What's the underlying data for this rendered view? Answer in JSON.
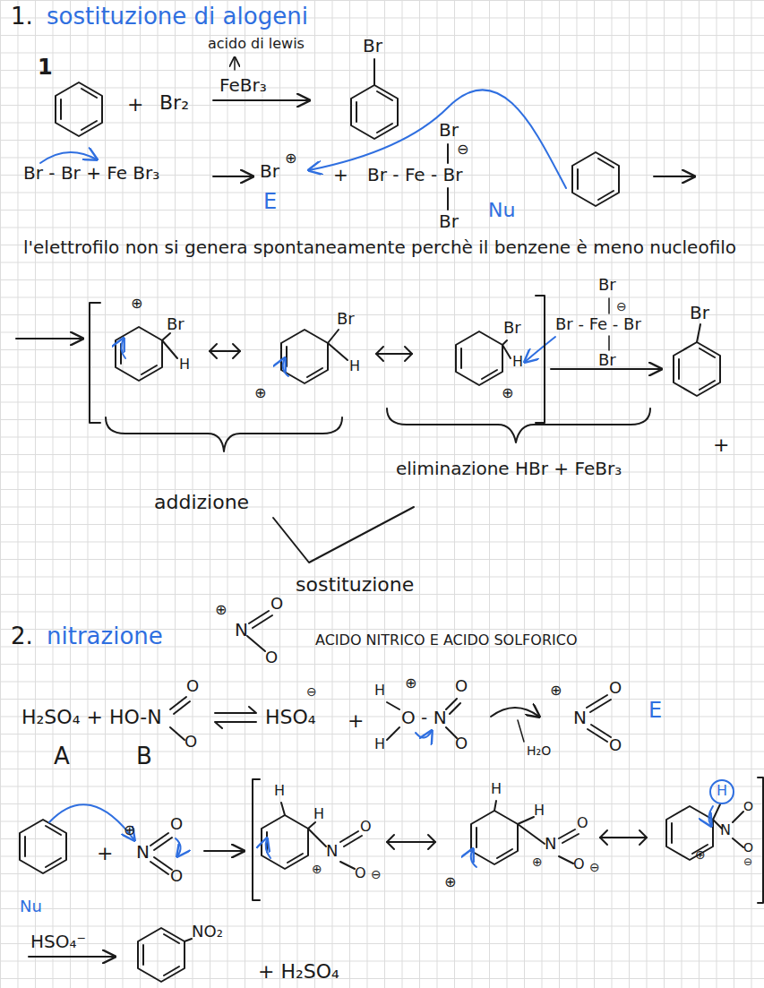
{
  "diagram": {
    "labels": [
      "1.",
      "sostituzione di alogeni",
      "acido di lewis",
      "Br",
      "1",
      "+",
      "Br₂",
      "FeBr₃",
      "Br - Br + Fe Br₃",
      "Br",
      "⊕",
      "+",
      "Br - Fe - Br",
      "Br",
      "⊖",
      "Br",
      "E",
      "Nu",
      "l'elettrofilo non si genera spontaneamente perchè il benzene è meno nucleofilo",
      "⊕",
      "Br",
      "H",
      "Br",
      "H",
      "⊕",
      "Br",
      "H",
      "⊕",
      "Br",
      "⊖",
      "Br - Fe - Br",
      "Br",
      "Br",
      "+",
      "eliminazione HBr + FeBr₃",
      "addizione",
      "sostituzione",
      "2.",
      "nitrazione",
      "⊕",
      "N",
      "O",
      "O",
      "ACIDO NITRICO E ACIDO SOLFORICO",
      "H₂SO₄ + HO-N",
      "O",
      "O",
      "A",
      "B",
      "HSO₄",
      "⊖",
      "+",
      "H",
      "⊕",
      "O - N",
      "H",
      "O",
      "O",
      "H₂O",
      "⊕",
      "N",
      "O",
      "O",
      "E",
      "+",
      "⊕",
      "N",
      "O",
      "O",
      "Nu",
      "H",
      "H",
      "N",
      "O",
      "O",
      "⊕",
      "⊖",
      "H",
      "H",
      "N",
      "⊕",
      "O",
      "O",
      "⊖",
      "⊕",
      "H",
      "N",
      "O",
      "O",
      "⊖",
      "⊕",
      "HSO₄⁻",
      "NO₂",
      "+ H₂SO₄"
    ]
  }
}
